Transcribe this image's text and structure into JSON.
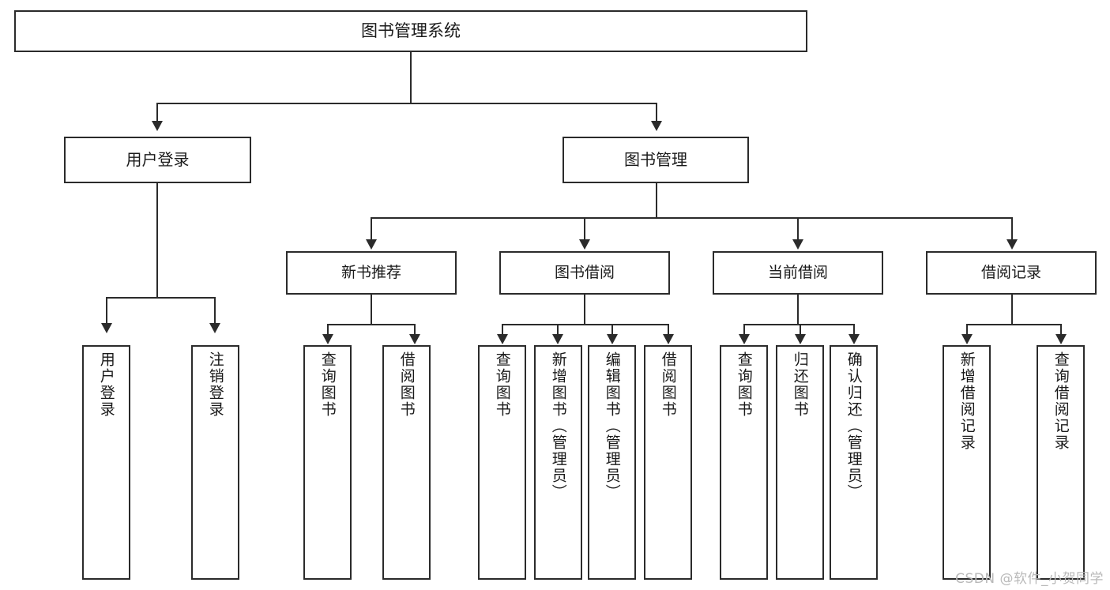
{
  "diagram": {
    "title": "图书管理系统",
    "watermark": "CSDN @软件_小贺同学",
    "level2": [
      {
        "label": "用户登录"
      },
      {
        "label": "图书管理"
      }
    ],
    "level3": [
      {
        "label": "新书推荐"
      },
      {
        "label": "图书借阅"
      },
      {
        "label": "当前借阅"
      },
      {
        "label": "借阅记录"
      }
    ],
    "leaves": [
      {
        "label": "用户登录"
      },
      {
        "label": "注销登录"
      },
      {
        "label": "查询图书"
      },
      {
        "label": "借阅图书"
      },
      {
        "label": "查询图书"
      },
      {
        "label": "新增图书（管理员）"
      },
      {
        "label": "编辑图书（管理员）"
      },
      {
        "label": "借阅图书"
      },
      {
        "label": "查询图书"
      },
      {
        "label": "归还图书"
      },
      {
        "label": "确认归还（管理员）"
      },
      {
        "label": "新增借阅记录"
      },
      {
        "label": "查询借阅记录"
      }
    ]
  },
  "colors": {
    "stroke": "#2b2b2b",
    "background": "#ffffff",
    "text": "#1a1a1a",
    "watermark": "#b9b9b9"
  }
}
